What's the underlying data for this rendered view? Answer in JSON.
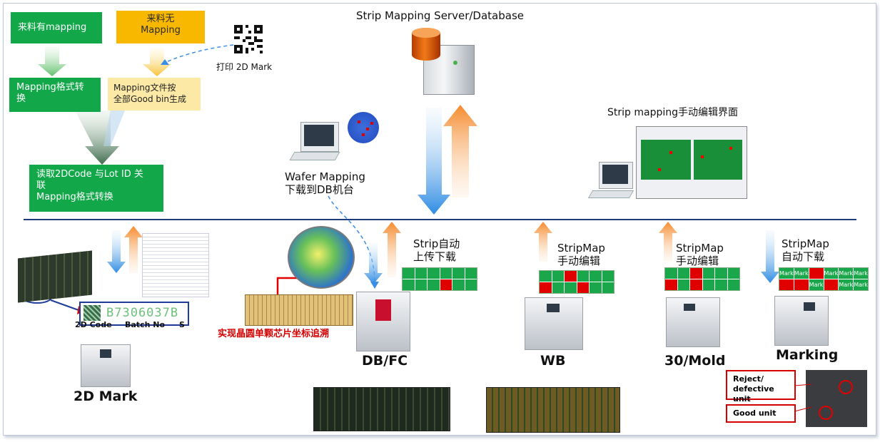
{
  "title": "Strip Mapping Server/Database",
  "boxes": {
    "incoming_with_mapping": "来料有mapping",
    "incoming_without_mapping_l1": "来料无",
    "incoming_without_mapping_l2": "Mapping",
    "mapping_convert_l1": "Mapping格式转",
    "mapping_convert_l2": "换",
    "goodbin_l1": "Mapping文件按",
    "goodbin_l2": "全部Good bin生成",
    "read_2d_l1": "读取2DCode 与Lot ID 关",
    "read_2d_l2": "联",
    "read_2d_l3": "Mapping格式转换"
  },
  "print_2d_mark": "打印 2D Mark",
  "wafer_mapping_l1": "Wafer Mapping",
  "wafer_mapping_l2": "下载到DB机台",
  "manual_edit_ui": "Strip mapping手动编辑界面",
  "label_2d_code": "2D Code",
  "label_batch_no": "Batch No",
  "label_cut": "S",
  "barcode_text": "B7306037B",
  "trace_text": "实现晶圆单颗芯片坐标追溯",
  "stations": {
    "mark2d": "2D Mark",
    "dbfc": "DB/FC",
    "wb": "WB",
    "mold": "30/Mold",
    "marking": "Marking"
  },
  "strip_auto_l1": "Strip自动",
  "strip_auto_l2": "上传下载",
  "stripmap_wb_l1": "StripMap",
  "stripmap_wb_l2": "手动编辑",
  "stripmap_mold_l1": "StripMap",
  "stripmap_mold_l2": "手动编辑",
  "stripmap_marking_l1": "StripMap",
  "stripmap_marking_l2": "自动下载",
  "mark_cell": "Mark",
  "reject_l1": "Reject/",
  "reject_l2": "defective unit",
  "good_unit": "Good unit",
  "grids": {
    "dbfc": [
      [
        "g",
        "g",
        "g",
        "g",
        "g",
        "g"
      ],
      [
        "g",
        "g",
        "g",
        "r",
        "g",
        "g"
      ]
    ],
    "wb": [
      [
        "g",
        "g",
        "r",
        "g",
        "g",
        "g"
      ],
      [
        "r",
        "g",
        "g",
        "r",
        "g",
        "g"
      ]
    ],
    "mold": [
      [
        "g",
        "g",
        "r",
        "g",
        "g",
        "g"
      ],
      [
        "r",
        "g",
        "r",
        "g",
        "g",
        "g"
      ]
    ]
  },
  "marking_grid": [
    [
      "Mark",
      "Mark",
      "",
      "Mark",
      "Mark",
      "Mark"
    ],
    [
      "",
      "",
      "Mark",
      "",
      "Mark",
      "Mark"
    ]
  ],
  "colors": {
    "green": "#12a84a",
    "red": "#e00000",
    "yellow": "#f9b800",
    "orange_arrow": "#f58b2e",
    "blue_arrow": "#3a8ee6",
    "line": "#1f3c7a"
  }
}
